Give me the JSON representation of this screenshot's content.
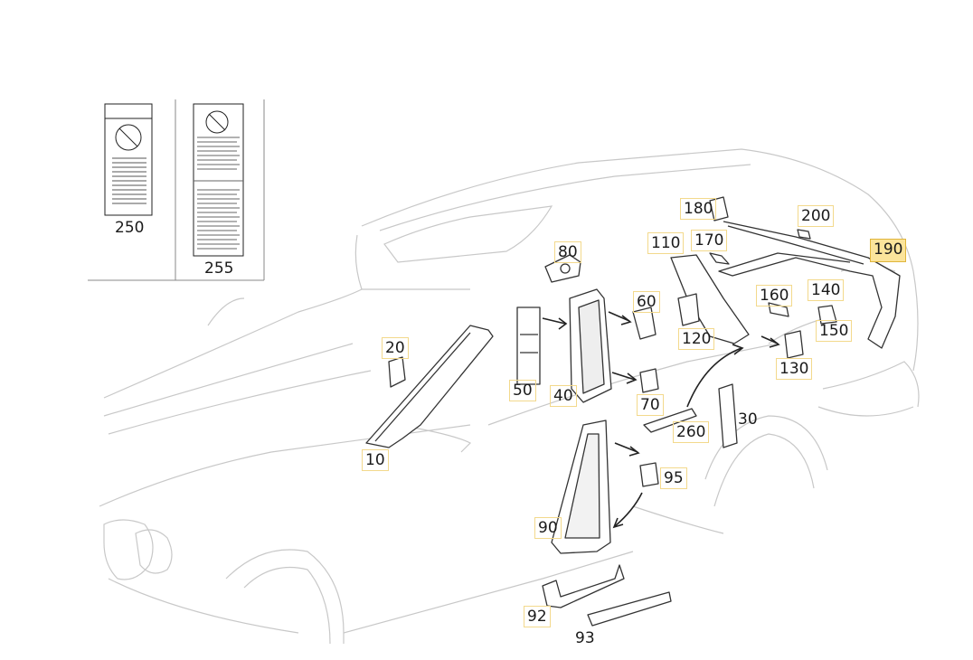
{
  "labels": {
    "c10": "10",
    "c20": "20",
    "c30": "30",
    "c40": "40",
    "c50": "50",
    "c60": "60",
    "c70": "70",
    "c80": "80",
    "c90": "90",
    "c92": "92",
    "c93": "93",
    "c95": "95",
    "c110": "110",
    "c120": "120",
    "c130": "130",
    "c140": "140",
    "c150": "150",
    "c160": "160",
    "c170": "170",
    "c180": "180",
    "c190": "190",
    "c200": "200",
    "c250": "250",
    "c255": "255",
    "c260": "260"
  },
  "highlighted_callout": "190",
  "colors": {
    "highlight": "#fbe49b",
    "callout_border": "#f3d98c",
    "line": "#c8c8c8",
    "part": "#333333"
  }
}
